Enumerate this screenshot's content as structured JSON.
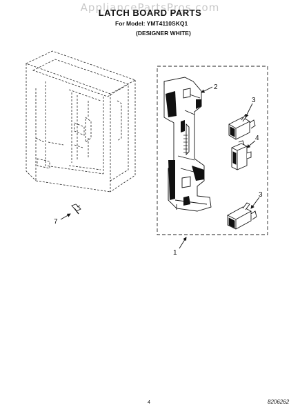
{
  "header": {
    "watermark": "AppliancePartsPros.com",
    "title": "LATCH BOARD PARTS",
    "model": "For Model: YMT4110SKQ1",
    "variant": "(DESIGNER WHITE)"
  },
  "callouts": {
    "part_1": "1",
    "part_2": "2",
    "part_3a": "3",
    "part_4": "4",
    "part_3b": "3",
    "part_7": "7"
  },
  "footer": {
    "page_number": "4",
    "document_number": "8206262"
  },
  "colors": {
    "ink": "#111111",
    "watermark": "#c9c9c9"
  }
}
